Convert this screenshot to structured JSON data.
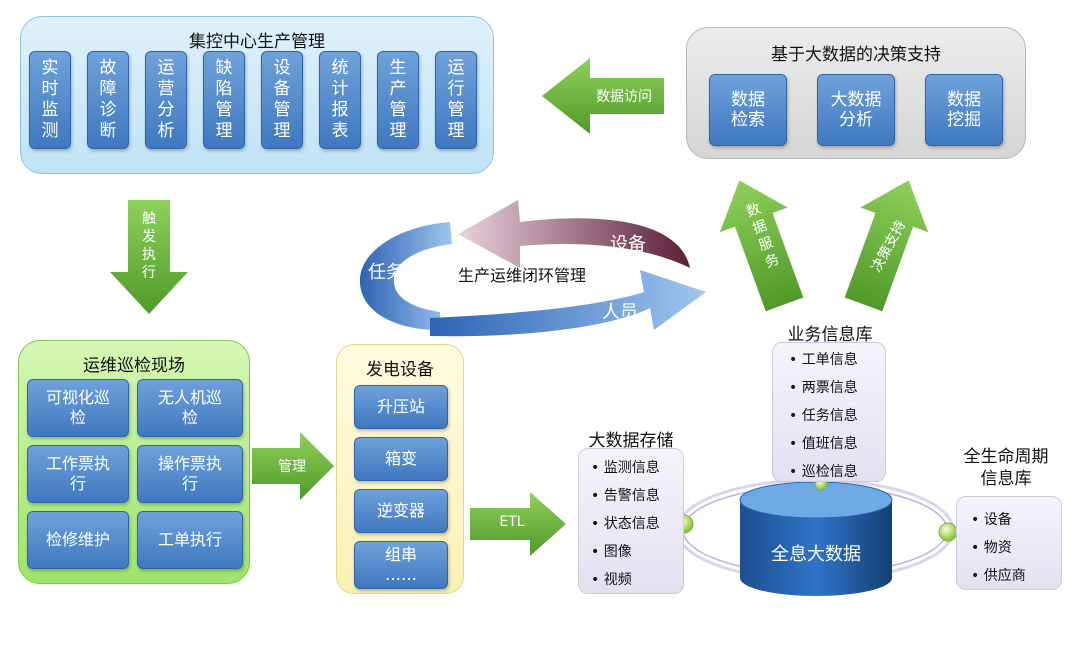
{
  "center": {
    "title": "集控中心生产管理",
    "items": [
      "实时监测",
      "故障诊断",
      "运营分析",
      "缺陷管理",
      "设备管理",
      "统计报表",
      "生产管理",
      "运行管理"
    ]
  },
  "decision": {
    "title": "基于大数据的决策支持",
    "items": [
      "数据检索",
      "大数据分析",
      "数据挖掘"
    ]
  },
  "arrows": {
    "data_access": "数据访问",
    "trigger": "触发执行",
    "data_service": "数据服务",
    "decision_support": "决策支持",
    "manage": "管理",
    "etl": "ETL"
  },
  "cycle": {
    "title": "生产运维闭环管理",
    "task": "任务",
    "device": "设备",
    "people": "人员"
  },
  "field": {
    "title": "运维巡检现场",
    "items": [
      "可视化巡检",
      "无人机巡检",
      "工作票执行",
      "操作票执行",
      "检修维护",
      "工单执行"
    ]
  },
  "power": {
    "title": "发电设备",
    "items": [
      "升压站",
      "箱变",
      "逆变器",
      "组串\n……"
    ]
  },
  "biz": {
    "title": "业务信息库",
    "items": [
      "工单信息",
      "两票信息",
      "任务信息",
      "值班信息",
      "巡检信息"
    ]
  },
  "storage": {
    "title": "大数据存储",
    "items": [
      "监测信息",
      "告警信息",
      "状态信息",
      "图像",
      "视频"
    ]
  },
  "lifecycle": {
    "title": "全生命周期信息库",
    "items": [
      "设备",
      "物资",
      "供应商"
    ]
  },
  "hologram": "全息大数据",
  "colors": {
    "panel_blue": "#cfeaf8",
    "button_blue": "#4a84c8",
    "arrow_green": "#6db33f",
    "panel_green": "#a9e879",
    "cycle_blue": "#3d7cc9",
    "cycle_maroon": "#7a2e4a"
  }
}
